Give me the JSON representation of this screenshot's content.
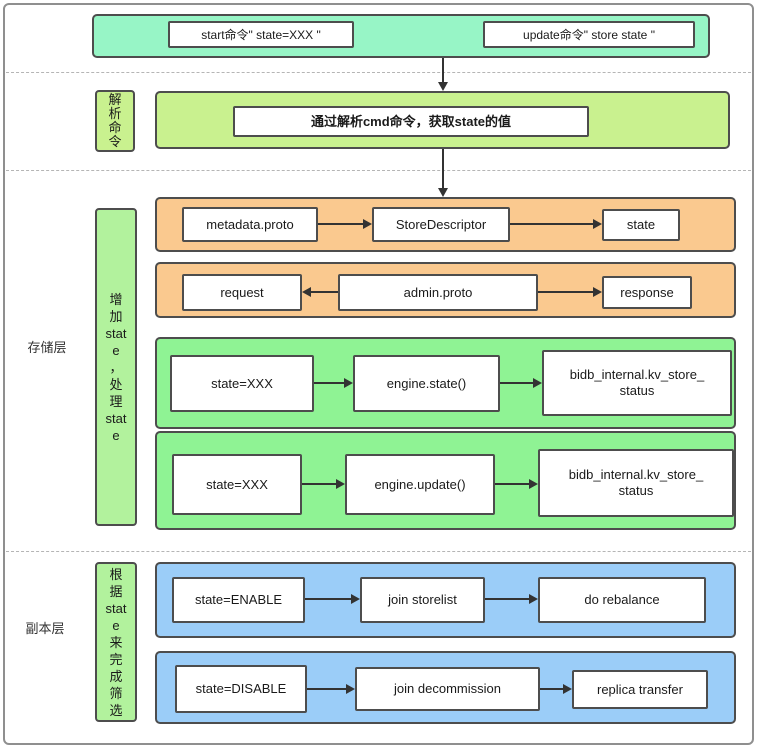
{
  "colors": {
    "mint": "#97F5C6",
    "yg": "#C9F18F",
    "vgreen": "#B2F29D",
    "orange": "#FAC98F",
    "green": "#8FF394",
    "blue": "#9BCDF8",
    "line": "#4D4D4D",
    "arrow": "#333333",
    "dash": "#B5B5B5",
    "text": "#1A1A1A"
  },
  "top_bar": {
    "items": [
      {
        "label": "start命令\" state=XXX \""
      },
      {
        "label": "update命令\" store state \""
      }
    ]
  },
  "parse": {
    "side_label": "解\n析\n命\n令",
    "box_label": "通过解析cmd命令，获取state的值"
  },
  "storage": {
    "section_label": "存储层",
    "side_label": "增\n加\nstat\ne\n，\n处\n理\nstat\ne",
    "rows": [
      {
        "nodes": [
          "metadata.proto",
          "StoreDescriptor",
          "state"
        ]
      },
      {
        "nodes": [
          "request",
          "admin.proto",
          "response"
        ]
      },
      {
        "nodes": [
          "state=XXX",
          "engine.state()",
          "bidb_internal.kv_store_\nstatus"
        ]
      },
      {
        "nodes": [
          "state=XXX",
          "engine.update()",
          "bidb_internal.kv_store_\nstatus"
        ]
      }
    ]
  },
  "replica": {
    "section_label": "副本层",
    "side_label": "根\n据\nstat\ne\n来\n完\n成\n筛\n选",
    "rows": [
      {
        "nodes": [
          "state=ENABLE",
          "join storelist",
          "do rebalance"
        ]
      },
      {
        "nodes": [
          "state=DISABLE",
          "join decommission",
          "replica transfer"
        ]
      }
    ]
  }
}
